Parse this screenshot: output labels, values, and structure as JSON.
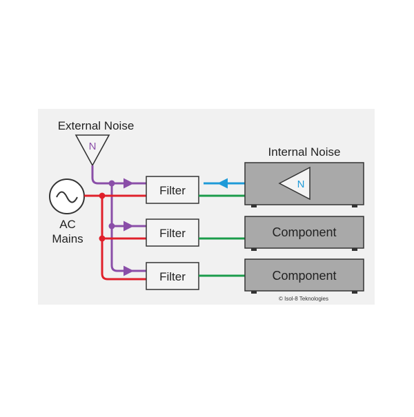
{
  "labels": {
    "external_noise": "External Noise",
    "internal_noise": "Internal Noise",
    "ac": "AC",
    "mains": "Mains",
    "noise_symbol_external": "N",
    "noise_symbol_internal": "N",
    "copyright": "© Isol-8 Teknologies"
  },
  "filters": [
    {
      "label": "Filter"
    },
    {
      "label": "Filter"
    },
    {
      "label": "Filter"
    }
  ],
  "components": [
    {
      "label": ""
    },
    {
      "label": "Component"
    },
    {
      "label": "Component"
    }
  ],
  "colors": {
    "panel_background": "#f1f1f1",
    "noise_path": "#8a4ea8",
    "mains_live": "#e0202a",
    "clean_output": "#1a9c4a",
    "internal_noise_path": "#1e9ad8",
    "component_fill": "#a9a9a9",
    "filter_fill": "#f4f4f4",
    "outline": "#333333"
  },
  "icons": {
    "ac_source": "sine-wave-source-icon",
    "noise_source": "noise-triangle-icon"
  }
}
